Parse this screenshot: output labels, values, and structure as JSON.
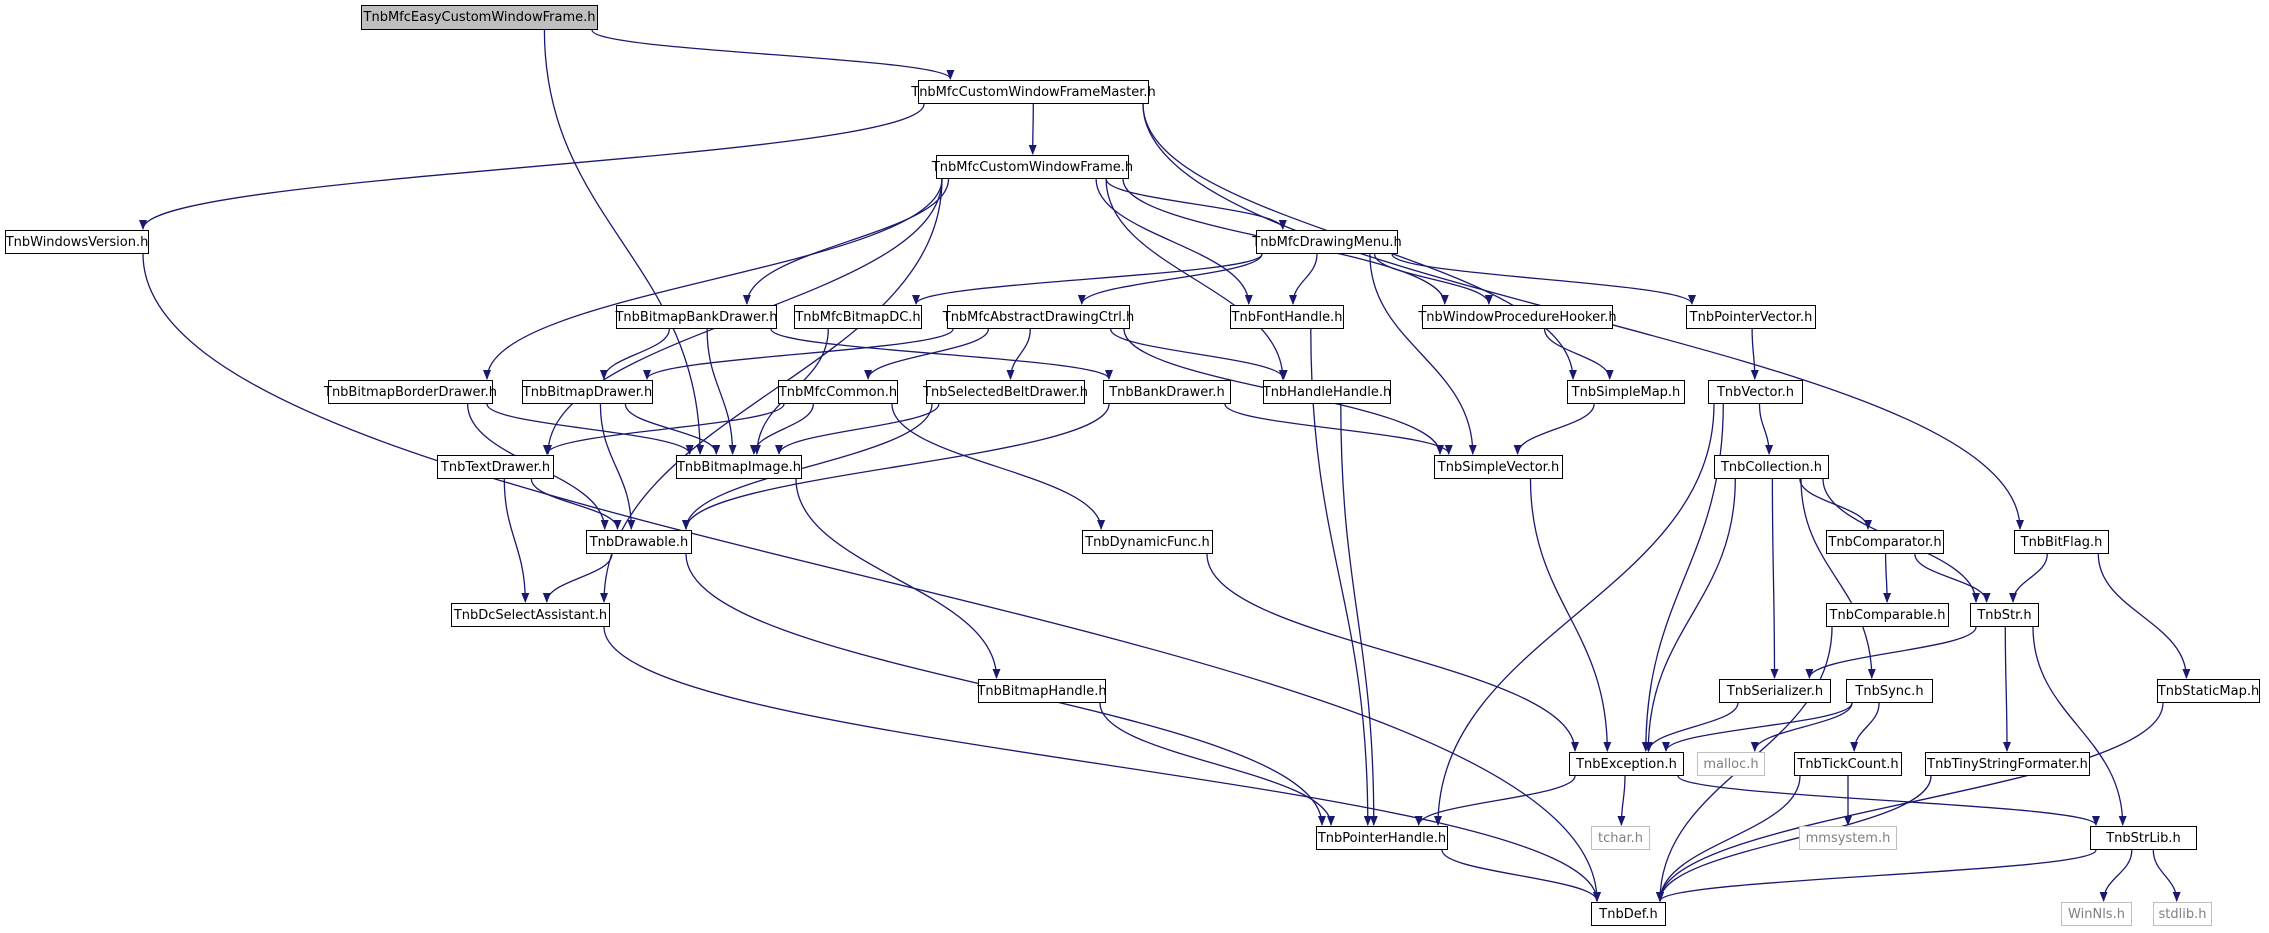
{
  "colors": {
    "background": "#ffffff",
    "node_border": "#000000",
    "root_fill": "#bfbfbf",
    "external_border": "#bfbfbf",
    "external_text": "#808080",
    "edge": "#191970"
  },
  "nodes": {
    "easy": {
      "label": "TnbMfcEasyCustomWindowFrame.h",
      "kind": "root"
    },
    "master": {
      "label": "TnbMfcCustomWindowFrameMaster.h",
      "kind": "header"
    },
    "frame": {
      "label": "TnbMfcCustomWindowFrame.h",
      "kind": "header"
    },
    "winver": {
      "label": "TnbWindowsVersion.h",
      "kind": "header"
    },
    "drawmenu": {
      "label": "TnbMfcDrawingMenu.h",
      "kind": "header"
    },
    "bbankdrawer": {
      "label": "TnbBitmapBankDrawer.h",
      "kind": "header"
    },
    "bitmapdc": {
      "label": "TnbMfcBitmapDC.h",
      "kind": "header"
    },
    "absdraw": {
      "label": "TnbMfcAbstractDrawingCtrl.h",
      "kind": "header"
    },
    "fonthandle": {
      "label": "TnbFontHandle.h",
      "kind": "header"
    },
    "wndproc": {
      "label": "TnbWindowProcedureHooker.h",
      "kind": "header"
    },
    "ptrvector": {
      "label": "TnbPointerVector.h",
      "kind": "header"
    },
    "bborder": {
      "label": "TnbBitmapBorderDrawer.h",
      "kind": "header"
    },
    "bdrawer": {
      "label": "TnbBitmapDrawer.h",
      "kind": "header"
    },
    "mfccommon": {
      "label": "TnbMfcCommon.h",
      "kind": "header"
    },
    "selbelt": {
      "label": "TnbSelectedBeltDrawer.h",
      "kind": "header"
    },
    "bankdrawer": {
      "label": "TnbBankDrawer.h",
      "kind": "header"
    },
    "handlehandle": {
      "label": "TnbHandleHandle.h",
      "kind": "header"
    },
    "simplemap": {
      "label": "TnbSimpleMap.h",
      "kind": "header"
    },
    "vector": {
      "label": "TnbVector.h",
      "kind": "header"
    },
    "textdrawer": {
      "label": "TnbTextDrawer.h",
      "kind": "header"
    },
    "bimage": {
      "label": "TnbBitmapImage.h",
      "kind": "header"
    },
    "simplevector": {
      "label": "TnbSimpleVector.h",
      "kind": "header"
    },
    "collection": {
      "label": "TnbCollection.h",
      "kind": "header"
    },
    "drawable": {
      "label": "TnbDrawable.h",
      "kind": "header"
    },
    "dynfunc": {
      "label": "TnbDynamicFunc.h",
      "kind": "header"
    },
    "comparator": {
      "label": "TnbComparator.h",
      "kind": "header"
    },
    "bitflag": {
      "label": "TnbBitFlag.h",
      "kind": "header"
    },
    "dcselect": {
      "label": "TnbDcSelectAssistant.h",
      "kind": "header"
    },
    "comparable": {
      "label": "TnbComparable.h",
      "kind": "header"
    },
    "str": {
      "label": "TnbStr.h",
      "kind": "header"
    },
    "bhandle": {
      "label": "TnbBitmapHandle.h",
      "kind": "header"
    },
    "serializer": {
      "label": "TnbSerializer.h",
      "kind": "header"
    },
    "sync": {
      "label": "TnbSync.h",
      "kind": "header"
    },
    "staticmap": {
      "label": "TnbStaticMap.h",
      "kind": "header"
    },
    "exception": {
      "label": "TnbException.h",
      "kind": "header"
    },
    "malloc": {
      "label": "malloc.h",
      "kind": "external"
    },
    "tickcount": {
      "label": "TnbTickCount.h",
      "kind": "header"
    },
    "tinystr": {
      "label": "TnbTinyStringFormater.h",
      "kind": "header"
    },
    "tchar": {
      "label": "tchar.h",
      "kind": "external"
    },
    "ptrhandle": {
      "label": "TnbPointerHandle.h",
      "kind": "header"
    },
    "mmsystem": {
      "label": "mmsystem.h",
      "kind": "external"
    },
    "strlib": {
      "label": "TnbStrLib.h",
      "kind": "header"
    },
    "def": {
      "label": "TnbDef.h",
      "kind": "header"
    },
    "winnls": {
      "label": "WinNls.h",
      "kind": "external"
    },
    "stdlib": {
      "label": "stdlib.h",
      "kind": "external"
    }
  },
  "edges": [
    [
      "easy",
      "master"
    ],
    [
      "easy",
      "bimage"
    ],
    [
      "master",
      "frame"
    ],
    [
      "master",
      "winver"
    ],
    [
      "master",
      "simplemap"
    ],
    [
      "master",
      "bitflag"
    ],
    [
      "frame",
      "drawmenu"
    ],
    [
      "frame",
      "bbankdrawer"
    ],
    [
      "frame",
      "fonthandle"
    ],
    [
      "frame",
      "wndproc"
    ],
    [
      "frame",
      "handlehandle"
    ],
    [
      "frame",
      "bborder"
    ],
    [
      "frame",
      "textdrawer"
    ],
    [
      "frame",
      "dcselect"
    ],
    [
      "winver",
      "def"
    ],
    [
      "drawmenu",
      "bitmapdc"
    ],
    [
      "drawmenu",
      "absdraw"
    ],
    [
      "drawmenu",
      "fonthandle"
    ],
    [
      "drawmenu",
      "wndproc"
    ],
    [
      "drawmenu",
      "ptrvector"
    ],
    [
      "drawmenu",
      "simplevector"
    ],
    [
      "bbankdrawer",
      "bdrawer"
    ],
    [
      "bbankdrawer",
      "bankdrawer"
    ],
    [
      "bbankdrawer",
      "bimage"
    ],
    [
      "bitmapdc",
      "bimage"
    ],
    [
      "absdraw",
      "bdrawer"
    ],
    [
      "absdraw",
      "mfccommon"
    ],
    [
      "absdraw",
      "selbelt"
    ],
    [
      "absdraw",
      "handlehandle"
    ],
    [
      "absdraw",
      "simplevector"
    ],
    [
      "fonthandle",
      "ptrhandle"
    ],
    [
      "wndproc",
      "simplemap"
    ],
    [
      "ptrvector",
      "vector"
    ],
    [
      "bborder",
      "bimage"
    ],
    [
      "bborder",
      "drawable"
    ],
    [
      "bdrawer",
      "bimage"
    ],
    [
      "bdrawer",
      "drawable"
    ],
    [
      "mfccommon",
      "textdrawer"
    ],
    [
      "mfccommon",
      "bimage"
    ],
    [
      "mfccommon",
      "dynfunc"
    ],
    [
      "selbelt",
      "bimage"
    ],
    [
      "selbelt",
      "drawable"
    ],
    [
      "bankdrawer",
      "drawable"
    ],
    [
      "bankdrawer",
      "simplevector"
    ],
    [
      "handlehandle",
      "ptrhandle"
    ],
    [
      "simplemap",
      "simplevector"
    ],
    [
      "vector",
      "collection"
    ],
    [
      "vector",
      "exception"
    ],
    [
      "vector",
      "ptrhandle"
    ],
    [
      "textdrawer",
      "drawable"
    ],
    [
      "textdrawer",
      "dcselect"
    ],
    [
      "bimage",
      "bhandle"
    ],
    [
      "simplevector",
      "exception"
    ],
    [
      "collection",
      "comparator"
    ],
    [
      "collection",
      "str"
    ],
    [
      "collection",
      "serializer"
    ],
    [
      "collection",
      "sync"
    ],
    [
      "collection",
      "exception"
    ],
    [
      "drawable",
      "dcselect"
    ],
    [
      "drawable",
      "ptrhandle"
    ],
    [
      "dynfunc",
      "exception"
    ],
    [
      "comparator",
      "comparable"
    ],
    [
      "comparator",
      "str"
    ],
    [
      "bitflag",
      "str"
    ],
    [
      "bitflag",
      "staticmap"
    ],
    [
      "dcselect",
      "def"
    ],
    [
      "comparable",
      "def"
    ],
    [
      "str",
      "serializer"
    ],
    [
      "str",
      "tinystr"
    ],
    [
      "str",
      "strlib"
    ],
    [
      "bhandle",
      "ptrhandle"
    ],
    [
      "serializer",
      "exception"
    ],
    [
      "sync",
      "exception"
    ],
    [
      "sync",
      "malloc"
    ],
    [
      "sync",
      "tickcount"
    ],
    [
      "staticmap",
      "def"
    ],
    [
      "exception",
      "tchar"
    ],
    [
      "exception",
      "ptrhandle"
    ],
    [
      "exception",
      "strlib"
    ],
    [
      "tickcount",
      "mmsystem"
    ],
    [
      "tickcount",
      "def"
    ],
    [
      "tinystr",
      "def"
    ],
    [
      "ptrhandle",
      "def"
    ],
    [
      "strlib",
      "def"
    ],
    [
      "strlib",
      "winnls"
    ],
    [
      "strlib",
      "stdlib"
    ]
  ]
}
